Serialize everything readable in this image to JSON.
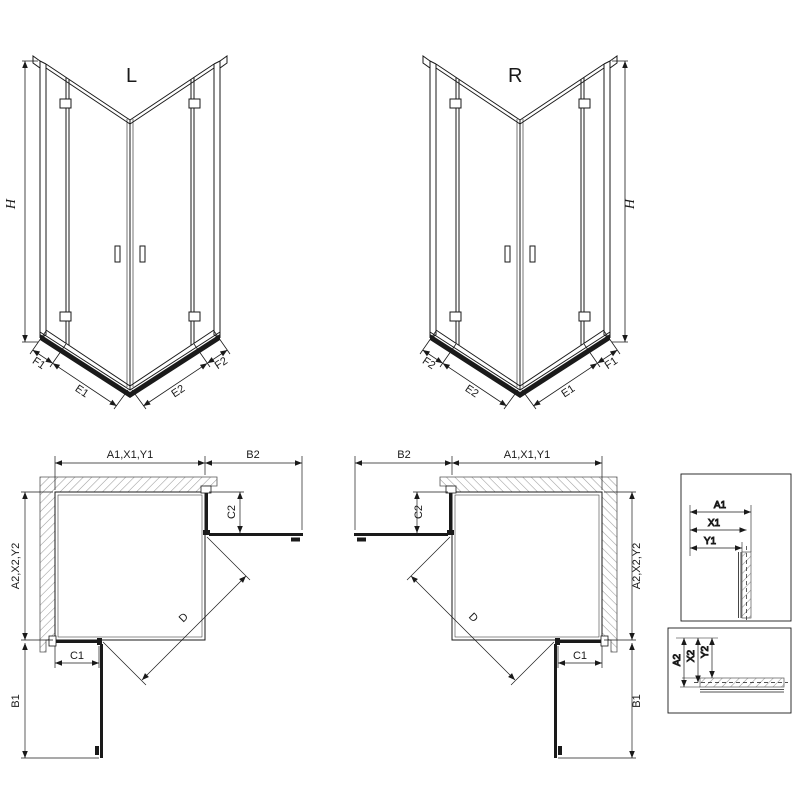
{
  "drawing": {
    "background": "#ffffff",
    "line_color": "#1a1a1a",
    "hatch_color": "#999999",
    "tray_band_color": "#1a1a1a"
  },
  "iso_left": {
    "title": "L",
    "dim_height": "H",
    "dim_f_left": "F1",
    "dim_e_left": "E1",
    "dim_e_right": "E2",
    "dim_f_right": "F2"
  },
  "iso_right": {
    "title": "R",
    "dim_height": "H",
    "dim_f_left": "F2",
    "dim_e_left": "E2",
    "dim_e_right": "E1",
    "dim_f_right": "F1"
  },
  "plan_left": {
    "dim_width": "A1,X1,Y1",
    "dim_door_open": "B2",
    "dim_fixed_side": "C2",
    "dim_depth": "A2,X2,Y2",
    "dim_fixed_bottom": "C1",
    "dim_door_open_bottom": "B1",
    "dim_diagonal": "D"
  },
  "plan_right": {
    "dim_door_open": "B2",
    "dim_width": "A1,X1,Y1",
    "dim_fixed_side": "C2",
    "dim_depth": "A2,X2,Y2",
    "dim_fixed_bottom": "C1",
    "dim_door_open_bottom": "B1",
    "dim_diagonal": "D"
  },
  "detail_top": {
    "d1": "A1",
    "d2": "X1",
    "d3": "Y1"
  },
  "detail_bottom": {
    "d1": "A2",
    "d2": "X2",
    "d3": "Y2"
  }
}
